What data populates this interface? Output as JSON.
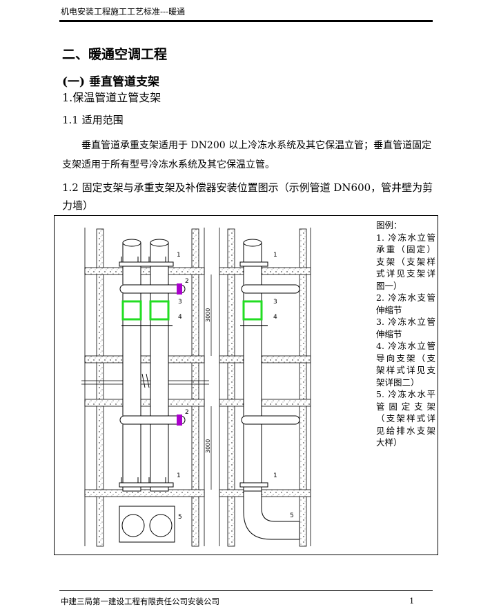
{
  "header": {
    "title": "机电安装工程施工工艺标准---暖通"
  },
  "section": {
    "h2": "二、暖通空调工程",
    "h3": "(一)  垂直管道支架",
    "h4": "1.保温管道立管支架",
    "h5": "1.1  适用范围",
    "paragraph": "垂直管道承重支架适用于 DN200 以上冷冻水系统及其它保温立管；垂直管道固定支架适用于所有型号冷冻水系统及其它保温立管。",
    "caption": "1.2  固定支架与承重支架及补偿器安装位置图示（示例管道 DN600，管井壁为剪力墙）"
  },
  "figure": {
    "callouts": [
      "1",
      "2",
      "3",
      "4",
      "5"
    ],
    "dimension": "3000",
    "colors": {
      "guide": "#22dd22",
      "joint": "#aa00cc"
    }
  },
  "legend": {
    "title": "图例：",
    "items": [
      "1. 冷冻水立管承重（固定）支架（支架样式详见支架详图一）",
      "2. 冷冻水支管伸缩节",
      "3. 冷冻水立管伸缩节",
      "4. 冷冻水立管导向支架（支架样式详见支架详图二）",
      "5. 冷冻水水平管固定支架（支架样式详见给排水支架大样）"
    ]
  },
  "footer": {
    "company": "中建三局第一建设工程有限责任公司安装公司",
    "page": "1"
  }
}
